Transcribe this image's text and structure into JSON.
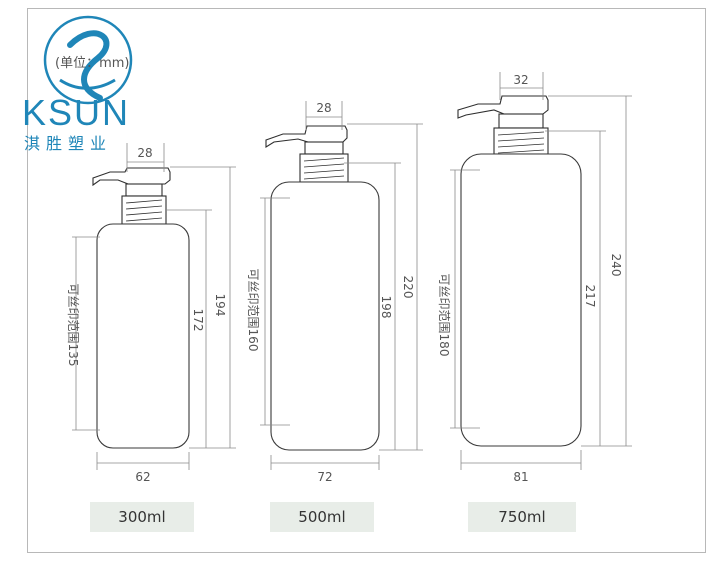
{
  "logo": {
    "brand": "KSUN",
    "brand_cn": "淇胜塑业",
    "color": "#1f86b8"
  },
  "unit_note": "(单位：mm)",
  "bottles": [
    {
      "capacity_label": "300ml",
      "pump_width": "28",
      "total_height": "194",
      "body_height": "172",
      "print_range": "可丝印范围135",
      "body_width": "62"
    },
    {
      "capacity_label": "500ml",
      "pump_width": "28",
      "total_height": "220",
      "body_height": "198",
      "print_range": "可丝印范围160",
      "body_width": "72"
    },
    {
      "capacity_label": "750ml",
      "pump_width": "32",
      "total_height": "240",
      "body_height": "217",
      "print_range": "可丝印范围180",
      "body_width": "81"
    }
  ]
}
